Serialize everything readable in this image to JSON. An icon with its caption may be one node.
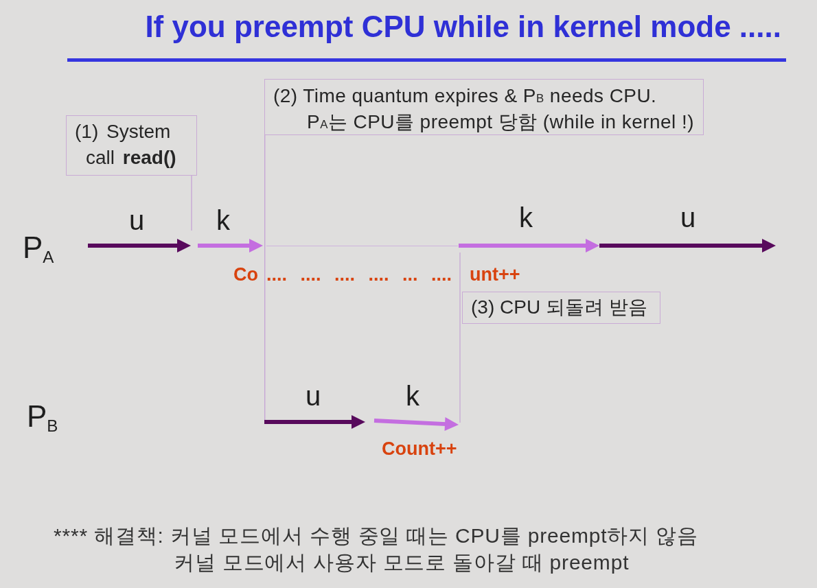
{
  "diagram": {
    "title": "If you preempt CPU while in kernel mode .....",
    "nodes": [
      {
        "text": [
          "(1) System call **read()**"
        ]
      },
      {
        "text": [
          "(2) Time quantum expires & P$_{B}$ needs CPU.",
          "P$_{A}$는 CPU를 preempt 당함 (while in kernel !)"
        ]
      },
      {
        "text": [
          "(3) CPU 되돌려 받음"
        ]
      }
    ],
    "edges": [
      {
        "from": 0,
        "to": null,
        "arrow": "none"
      },
      {
        "from": 1,
        "to": null,
        "arrow": "none"
      }
    ],
    "labels": [
      "P$_{A}$",
      "u",
      "k",
      "k",
      "u",
      "Co",
      ".... .... .... .... ... ....",
      "unt++",
      "P$_{B}$",
      "u",
      "k",
      "Count++",
      "**** 해결책: 커널 모드에서 수행 중일 때는 CPU를 preempt하지 않음",
      "커널 모드에서 사용자 모드로 돌아갈 때 preempt"
    ]
  }
}
